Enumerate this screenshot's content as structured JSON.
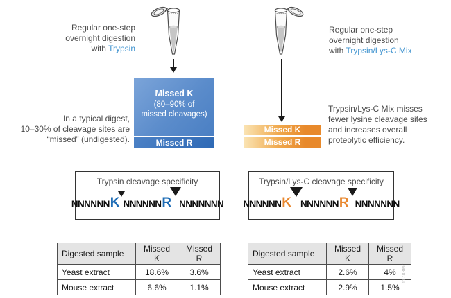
{
  "colors": {
    "accent_blue": "#3f93cf",
    "residue_blue": "#1e6cb5",
    "residue_orange": "#e8872e",
    "box_blue_top": "#7ba4d9",
    "box_blue_bottom": "#4a7fc3",
    "bar_blue": "#2e69b5",
    "bar_orange": "#e8892b",
    "bar_orange_light": "#fae3b2"
  },
  "left": {
    "intro": {
      "line1": "Regular one-step",
      "line2": "overnight digestion",
      "with_label": "with",
      "enzyme": "Trypsin"
    },
    "missed_k": {
      "title": "Missed K",
      "sub1": "(80–90% of",
      "sub2": "missed cleavages)"
    },
    "missed_r": "Missed R",
    "note": {
      "line1": "In a typical digest,",
      "line2": "10–30% of cleavage sites are",
      "line3": "“missed” (undigested)."
    },
    "specificity": {
      "title": "Trypsin cleavage specificity",
      "n1": "NNNNNN",
      "k": "K",
      "n2": "NNNNNN",
      "r": "R",
      "n3": "NNNNNNN"
    },
    "table": {
      "headers": [
        "Digested sample",
        "Missed K",
        "Missed R"
      ],
      "rows": [
        {
          "sample": "Yeast extract",
          "missed_k": "18.6%",
          "missed_r": "3.6%"
        },
        {
          "sample": "Mouse extract",
          "missed_k": "6.6%",
          "missed_r": "1.1%"
        }
      ]
    }
  },
  "right": {
    "intro": {
      "line1": "Regular one-step",
      "line2": "overnight digestion",
      "with_label": "with",
      "enzyme": "Trypsin/Lys-C Mix"
    },
    "missed_k": "Missed K",
    "missed_r": "Missed R",
    "note": {
      "line1": "Trypsin/Lys-C Mix misses",
      "line2": "fewer lysine cleavage sites",
      "line3": "and increases overall",
      "line4": "proteolytic efficiency."
    },
    "specificity": {
      "title": "Trypsin/Lys-C cleavage specificity",
      "n1": "NNNNNN",
      "k": "K",
      "n2": "NNNNNN",
      "r": "R",
      "n3": "NNNNNNN"
    },
    "table": {
      "headers": [
        "Digested sample",
        "Missed K",
        "Missed R"
      ],
      "rows": [
        {
          "sample": "Yeast extract",
          "missed_k": "2.6%",
          "missed_r": "4%"
        },
        {
          "sample": "Mouse extract",
          "missed_k": "2.9%",
          "missed_r": "1.5%"
        }
      ]
    }
  },
  "watermark": "11788MC"
}
